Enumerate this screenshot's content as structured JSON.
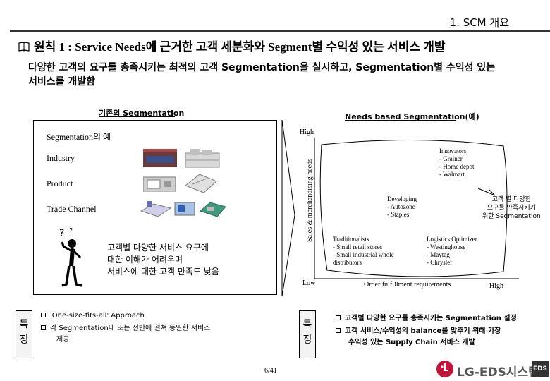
{
  "header": {
    "title": "1. SCM 개요"
  },
  "main_title": "원칙 1 : Service Needs에 근거한 고객 세분화와 Segment별 수익성 있는 서비스 개발",
  "intro_line1": "다양한 고객의 요구를 충족시키는 최적의 고객 Segmentation을 실시하고, Segmentation별 수익성 있는",
  "intro_line2": "서비스를 개발함",
  "left": {
    "title": "기존의 Segmentation",
    "example_label": "Segmentation의 예",
    "rows": [
      "Industry",
      "Product",
      "Trade Channel"
    ],
    "note_line1": "고객별 다양한 서비스 요구에",
    "note_line2": "대한 이해가 어려우며",
    "note_line3": "서비스에 대한 고객 만족도 낮음"
  },
  "right": {
    "title": "Needs based Segmentation(예)",
    "y_high": "High",
    "y_low": "Low",
    "y_axis_label": "Sales & merchandising needs",
    "x_axis_label": "Order fulfillment requirements",
    "x_high": "High",
    "innovators": [
      "Innovators",
      "- Grainer",
      "- Home depot",
      "- Walmart"
    ],
    "developing": [
      "Developing",
      "- Autozone",
      "- Staples"
    ],
    "traditionalists": [
      "Traditionalists",
      "- Small retail stores",
      "- Small industrial whole",
      "distributors"
    ],
    "logistics": [
      "Logistics Optimizer",
      "- Westinghouse",
      "- Maytag",
      "- Chrysler"
    ],
    "callout": [
      "고객 별 다양한",
      "요구를 만족시키기",
      "위한 Segmentation"
    ]
  },
  "bottom_left": {
    "feature_label_1": "특",
    "feature_label_2": "징",
    "bullets": [
      "'One-size-fits-all' Approach",
      "각  Segmentation내 또는 전반에 걸쳐  동일한 서비스",
      "제공"
    ]
  },
  "bottom_right": {
    "feature_label_1": "특",
    "feature_label_2": "징",
    "bullets": [
      "고객별 다양한 요구를 충족시키는  Segmentation 설정",
      "고객 서비스/수익성의 balance를 맞추기 위해 가장",
      "수익성 있는 Supply Chain 서비스 개발"
    ]
  },
  "footer": {
    "page": "6/41",
    "logo_text": "LG-EDS시스템",
    "logo_badge": "EDS"
  },
  "colors": {
    "accent": "#c0163a",
    "text": "#000000",
    "feature_bg": "#f3f3f3"
  }
}
